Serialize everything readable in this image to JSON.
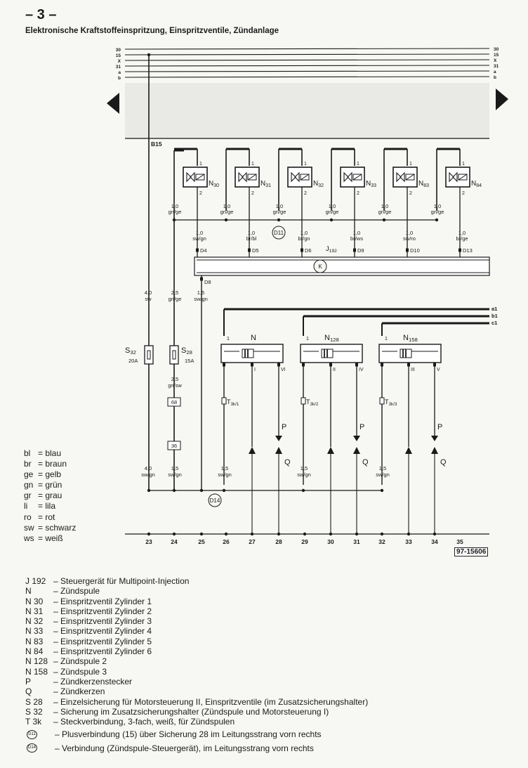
{
  "header": {
    "page_number": "– 3 –",
    "title": "Elektronische Kraftstoffeinspritzung, Einspritzventile, Zündanlage"
  },
  "bus_lines": [
    "30",
    "15",
    "X",
    "31",
    "a",
    "b"
  ],
  "relay_panel": {
    "connector": "B15"
  },
  "injectors": [
    {
      "id": "N 30",
      "main": "N",
      "sub": "30",
      "feed": {
        "size": "1,0",
        "color": "gn/ge"
      },
      "out": {
        "size": "1,0",
        "color": "sw/gn"
      },
      "pin": "D4"
    },
    {
      "id": "N 31",
      "main": "N",
      "sub": "31",
      "feed": {
        "size": "1,0",
        "color": "gn/ge"
      },
      "out": {
        "size": "1,0",
        "color": "br/bl"
      },
      "pin": "D5"
    },
    {
      "id": "N 32",
      "main": "N",
      "sub": "32",
      "feed": {
        "size": "1,0",
        "color": "gn/ge"
      },
      "out": {
        "size": "1,0",
        "color": "br/gn"
      },
      "pin": "D6"
    },
    {
      "id": "N 33",
      "main": "N",
      "sub": "33",
      "feed": {
        "size": "1,0",
        "color": "gn/ge"
      },
      "out": {
        "size": "1,0",
        "color": "br/ws"
      },
      "pin": "D9"
    },
    {
      "id": "N 83",
      "main": "N",
      "sub": "83",
      "feed": {
        "size": "1,0",
        "color": "gn/ge"
      },
      "out": {
        "size": "1,0",
        "color": "sw/ro"
      },
      "pin": "D10"
    },
    {
      "id": "N 84",
      "main": "N",
      "sub": "84",
      "feed": {
        "size": "1,0",
        "color": "gn/ge"
      },
      "out": {
        "size": "1,0",
        "color": "br/ge"
      },
      "pin": "D13"
    }
  ],
  "pin_labels": {
    "one": "1",
    "two": "2"
  },
  "connector_d11": "D11",
  "connector_d14": "D14",
  "control_unit": {
    "id": "J 192",
    "main": "J",
    "sub": "192",
    "symbol": "K",
    "pin_d8": "D8"
  },
  "wires": {
    "w_b15": {
      "size": "4,0",
      "color": "sw"
    },
    "w_s28": {
      "size": "2,5",
      "color": "gn/ge"
    },
    "w_d8": {
      "size": "1,5",
      "color": "sw/gn"
    },
    "w_68": {
      "size": "2,5",
      "color": "gn/sw"
    },
    "w_23": {
      "size": "4,0",
      "color": "sw/gn"
    },
    "w_24": {
      "size": "1,5",
      "color": "sw/gn"
    }
  },
  "fuses": [
    {
      "id": "S 32",
      "main": "S",
      "sub": "32",
      "rating": "20A"
    },
    {
      "id": "S 28",
      "main": "S",
      "sub": "28",
      "rating": "15A"
    }
  ],
  "boxes": [
    "68",
    "36"
  ],
  "ignition_coils": [
    {
      "id": "N",
      "main": "N",
      "sub": "",
      "feed": "a1",
      "connector": "T3k/1",
      "con_main": "T",
      "con_sub": "3k/1",
      "pin_a": "I",
      "pin_b": "VI",
      "wire": {
        "size": "1,5",
        "color": "sw/gn"
      }
    },
    {
      "id": "N 128",
      "main": "N",
      "sub": "128",
      "feed": "b1",
      "connector": "T3k/2",
      "con_main": "T",
      "con_sub": "3k/2",
      "pin_a": "II",
      "pin_b": "IV",
      "wire": {
        "size": "1,5",
        "color": "sw/gn"
      }
    },
    {
      "id": "N 158",
      "main": "N",
      "sub": "158",
      "feed": "c1",
      "connector": "T3k/3",
      "con_main": "T",
      "con_sub": "3k/3",
      "pin_a": "III",
      "pin_b": "V",
      "wire": {
        "size": "1,5",
        "color": "sw/gn"
      }
    }
  ],
  "plug_labels": {
    "P": "P",
    "Q": "Q"
  },
  "track_numbers": [
    "23",
    "24",
    "25",
    "26",
    "27",
    "28",
    "29",
    "30",
    "31",
    "32",
    "33",
    "34",
    "35"
  ],
  "doc_number": "97-15606",
  "color_legend": [
    {
      "abbr": "bl",
      "name": "= blau"
    },
    {
      "abbr": "br",
      "name": "= braun"
    },
    {
      "abbr": "ge",
      "name": "= gelb"
    },
    {
      "abbr": "gn",
      "name": "= grün"
    },
    {
      "abbr": "gr",
      "name": "= grau"
    },
    {
      "abbr": "li",
      "name": "= lila"
    },
    {
      "abbr": "ro",
      "name": "= rot"
    },
    {
      "abbr": "sw",
      "name": "= schwarz"
    },
    {
      "abbr": "ws",
      "name": "= weiß"
    }
  ],
  "legend": [
    {
      "code": "J 192",
      "desc": "– Steuergerät für Multipoint-Injection"
    },
    {
      "code": "N",
      "desc": "– Zündspule"
    },
    {
      "code": "N 30",
      "desc": "– Einspritzventil Zylinder 1"
    },
    {
      "code": "N 31",
      "desc": "– Einspritzventil Zylinder 2"
    },
    {
      "code": "N 32",
      "desc": "– Einspritzventil Zylinder 3"
    },
    {
      "code": "N 33",
      "desc": "– Einspritzventil Zylinder 4"
    },
    {
      "code": "N 83",
      "desc": "– Einspritzventil Zylinder 5"
    },
    {
      "code": "N 84",
      "desc": "– Einspritzventil Zylinder 6"
    },
    {
      "code": "N 128",
      "desc": "– Zündspule 2"
    },
    {
      "code": "N 158",
      "desc": "– Zündspule 3"
    },
    {
      "code": "P",
      "desc": "– Zündkerzenstecker"
    },
    {
      "code": "Q",
      "desc": "– Zündkerzen"
    },
    {
      "code": "S 28",
      "desc": "– Einzelsicherung für Motorsteuerung II, Einspritzventile (im Zusatzsicherungshalter)"
    },
    {
      "code": "S 32",
      "desc": "– Sicherung im Zusatzsicherungshalter (Zündspule und Motorsteuerung I)"
    },
    {
      "code": "T 3k",
      "desc": "– Steckverbindung, 3-fach, weiß, für Zündspulen"
    }
  ],
  "legend_symbols": [
    {
      "sym": "D11",
      "desc": "– Plusverbindung (15) über Sicherung 28 im Leitungsstrang vorn rechts"
    },
    {
      "sym": "D14",
      "desc": "– Verbindung (Zündspule-Steuergerät), im Leitungsstrang vorn rechts"
    }
  ]
}
